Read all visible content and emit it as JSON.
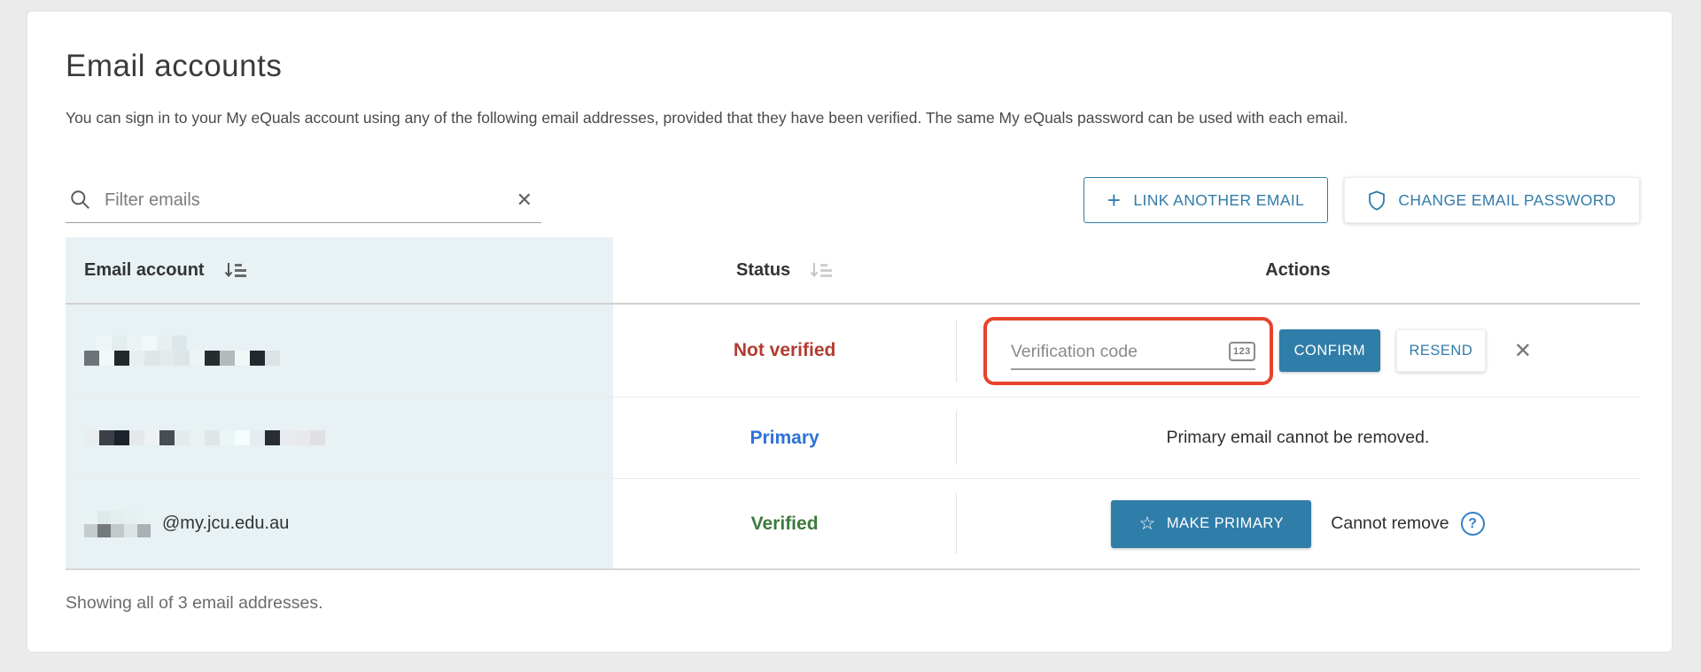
{
  "page": {
    "title": "Email accounts",
    "description": "You can sign in to your My eQuals account using any of the following email addresses, provided that they have been verified. The same My eQuals password can be used with each email.",
    "footer": "Showing all of 3 email addresses."
  },
  "filter": {
    "placeholder": "Filter emails",
    "clear_icon": "✕"
  },
  "toolbar": {
    "link_email_label": "LINK ANOTHER EMAIL",
    "link_email_icon": "+",
    "change_password_label": "CHANGE EMAIL PASSWORD"
  },
  "table": {
    "headers": {
      "email": "Email account",
      "status": "Status",
      "actions": "Actions"
    },
    "rows": [
      {
        "redaction_top": [
          "#eef5f6",
          "#e4edee",
          "#ecf3f4",
          "#f2f8f9",
          "#e7eff0",
          "#dde6e8"
        ],
        "redaction": [
          "#6e7377",
          "#f2f7f8",
          "#22282c",
          "#e9eff0",
          "#dfe6e8",
          "#e3eaec",
          "#dee5e7",
          "#eef3f4",
          "#262c30",
          "#b4babc",
          "#f1f6f7",
          "#22282e",
          "#dce3e5"
        ],
        "status": {
          "label": "Not verified",
          "color": "#b23c31"
        },
        "actions": {
          "verification_placeholder": "Verification code",
          "numeric_badge": "123",
          "confirm_label": "CONFIRM",
          "resend_label": "RESEND",
          "remove_icon": "✕"
        }
      },
      {
        "redaction": [
          "#e9edee",
          "#3b4147",
          "#1d232a",
          "#e5e9eb",
          "#eef2f3",
          "#474d52",
          "#e3ebed",
          "#e9f1f3",
          "#e0e6e8",
          "#ebf5f7",
          "#f5fcfd",
          "#e5edf1",
          "#272d33",
          "#e7ebed",
          "#e9e9eb",
          "#e0e0e4"
        ],
        "status": {
          "label": "Primary",
          "color": "#2e71d9"
        },
        "actions": {
          "message": "Primary email cannot be removed."
        }
      },
      {
        "redaction": [
          "#eaf3f4",
          "#dfe9ea",
          "#e3edee",
          "#e7f0f1",
          "#e9f2f3",
          "#c6cbcd",
          "#74797d",
          "#c3c8ca",
          "#dde4e6",
          "#aab0b3"
        ],
        "email_visible": "@my.jcu.edu.au",
        "status": {
          "label": "Verified",
          "color": "#3c7a3d"
        },
        "actions": {
          "make_primary_label": "MAKE PRIMARY",
          "star_icon": "☆",
          "cannot_remove_label": "Cannot remove",
          "help_icon": "?"
        }
      }
    ]
  },
  "colors": {
    "accent_blue": "#327ba9",
    "button_fill_blue": "#2f7da9",
    "status_not_verified": "#b23c31",
    "status_primary": "#2e71d9",
    "status_verified": "#3c7a3d",
    "annotation_red": "#e8432d",
    "email_column_bg": "#e8f1f3",
    "page_bg": "#ebebeb"
  }
}
